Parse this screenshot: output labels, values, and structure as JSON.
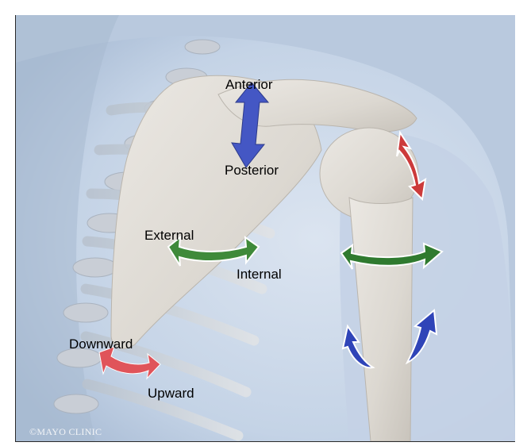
{
  "labels": {
    "anterior": "Anterior",
    "posterior": "Posterior",
    "external": "External",
    "internal": "Internal",
    "downward": "Downward",
    "upward": "Upward"
  },
  "copyright": "©MAYO CLINIC",
  "arrows": [
    {
      "name": "anterior-posterior-arrow",
      "color": "#4457c4",
      "type": "double-straight"
    },
    {
      "name": "scapula-rotation-arrow",
      "color": "#3f8a3a",
      "type": "double-curved"
    },
    {
      "name": "scapula-tilt-arrow",
      "color": "#e0545a",
      "type": "double-curved"
    },
    {
      "name": "humeral-head-arrow",
      "color": "#cc3a3a",
      "type": "double-curved"
    },
    {
      "name": "humerus-rotation-arrow",
      "color": "#2f7a2f",
      "type": "double-curved"
    },
    {
      "name": "humerus-elevation-arrow",
      "color": "#2f44b8",
      "type": "double-curved"
    }
  ],
  "colors": {
    "background": "#b9c9de",
    "bone": "#dedad3",
    "skin": "#cdd9e8"
  }
}
